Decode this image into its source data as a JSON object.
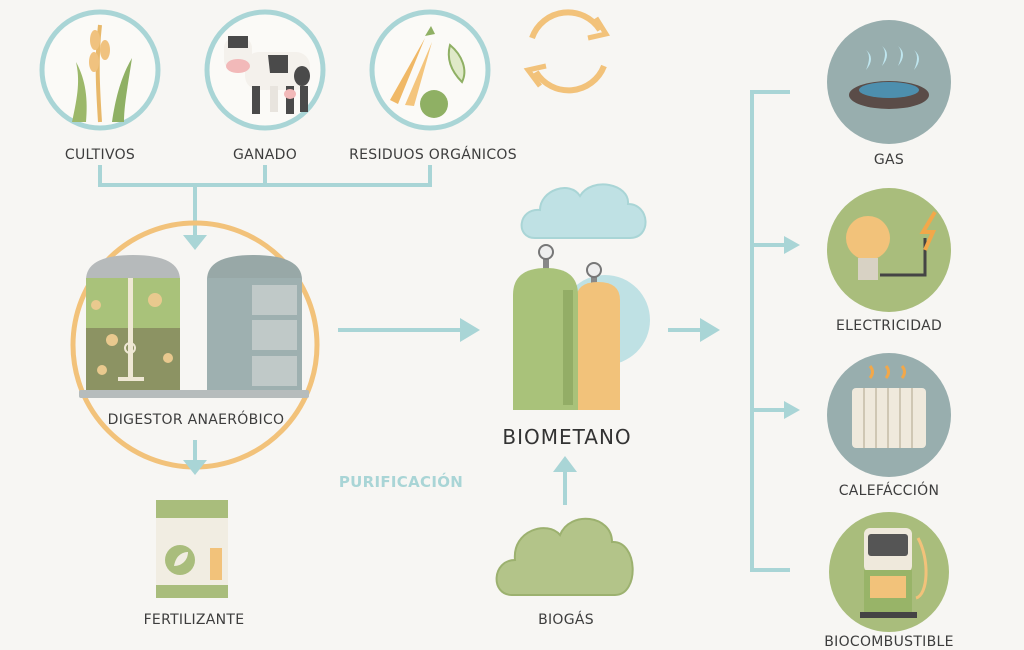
{
  "inputs": [
    {
      "label": "CULTIVOS",
      "icon": "crops-icon"
    },
    {
      "label": "GANADO",
      "icon": "cow-icon"
    },
    {
      "label": "RESIDUOS ORGÁNICOS",
      "icon": "vegetables-icon"
    }
  ],
  "digester": {
    "label": "DIGESTOR ANAERÓBICO"
  },
  "fertilizer": {
    "label": "FERTILIZANTE"
  },
  "purification": {
    "label": "PURIFICACIÓN"
  },
  "biomethane": {
    "label": "BIOMETANO"
  },
  "biogas": {
    "label": "BIOGÁS"
  },
  "outputs": [
    {
      "label": "GAS",
      "icon": "gas-burner-icon"
    },
    {
      "label": "ELECTRICIDAD",
      "icon": "lightbulb-icon"
    },
    {
      "label": "CALEFÁCCIÓN",
      "icon": "radiator-icon"
    },
    {
      "label": "BIOCOMBUSTIBLE",
      "icon": "fuel-pump-icon"
    }
  ],
  "colors": {
    "teal": "#a9d5d6",
    "orange": "#f2c27a",
    "green": "#a9bd7c",
    "text": "#3d3d3d",
    "background": "#f7f6f3"
  }
}
